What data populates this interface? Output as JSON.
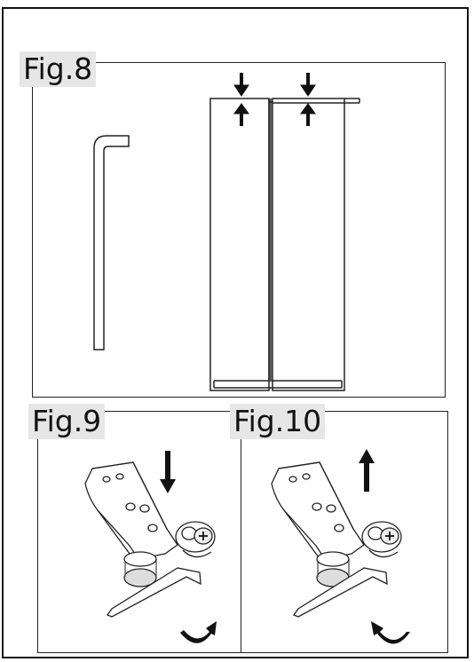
{
  "figures": {
    "fig8": {
      "label": "Fig.8"
    },
    "fig9": {
      "label": "Fig.9"
    },
    "fig10": {
      "label": "Fig.10"
    }
  },
  "icons": {
    "fig8": [
      "allen-key-icon",
      "fridge-doors-icon",
      "door-gap-arrows-icon"
    ],
    "fig9": [
      "hinge-bracket-icon",
      "down-arrow-icon",
      "rotate-right-icon"
    ],
    "fig10": [
      "hinge-bracket-icon",
      "up-arrow-icon",
      "rotate-left-icon"
    ]
  }
}
